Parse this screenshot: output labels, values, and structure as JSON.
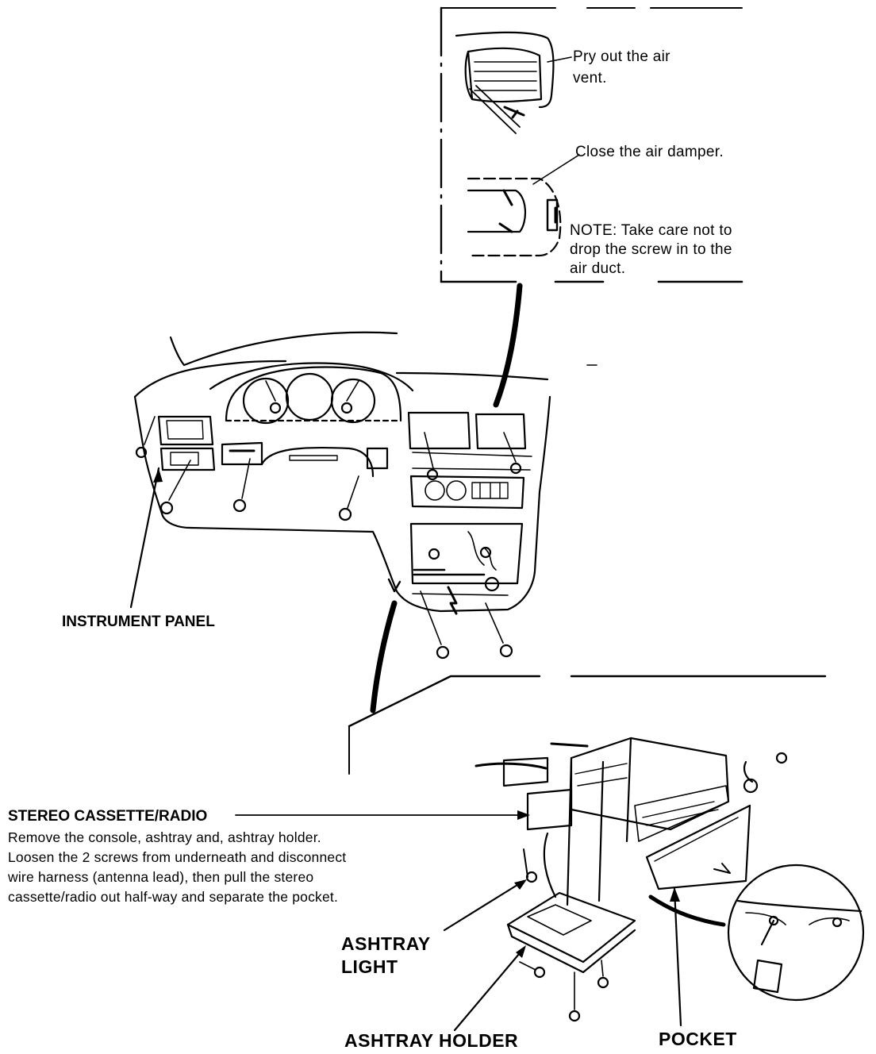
{
  "inset_top": {
    "step1": [
      "Pry out the air",
      "vent."
    ],
    "step2": "Close the air damper.",
    "note": [
      "NOTE:  Take care not to",
      "drop the screw in to the",
      "air duct."
    ]
  },
  "labels": {
    "instrument_panel": "INSTRUMENT PANEL",
    "stereo": "STEREO CASSETTE/RADIO",
    "ashtray_light": [
      "ASHTRAY",
      "LIGHT"
    ],
    "ashtray_holder": "ASHTRAY HOLDER",
    "pocket": "POCKET"
  },
  "stereo_instructions": [
    "Remove the console, ashtray and, ashtray holder.",
    "Loosen the 2 screws from underneath and disconnect",
    "wire harness (antenna lead), then pull the stereo",
    "cassette/radio out half-way and separate the pocket."
  ]
}
